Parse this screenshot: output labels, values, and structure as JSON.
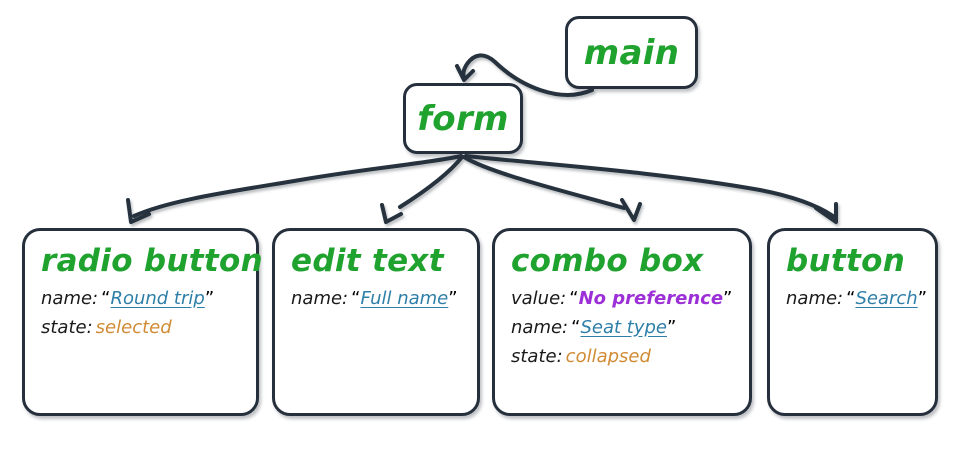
{
  "diagram": {
    "type": "ui-accessibility-tree",
    "nodes": [
      {
        "id": "main",
        "title": "main"
      },
      {
        "id": "form",
        "title": "form"
      },
      {
        "id": "radio",
        "title": "radio button",
        "props": [
          {
            "key": "name:",
            "value": "Round trip",
            "style": "link",
            "quoted": true
          },
          {
            "key": "state:",
            "value": "selected",
            "style": "state",
            "quoted": false
          }
        ]
      },
      {
        "id": "edit",
        "title": "edit text",
        "props": [
          {
            "key": "name:",
            "value": "Full name",
            "style": "link",
            "quoted": true
          }
        ]
      },
      {
        "id": "combo",
        "title": "combo box",
        "props": [
          {
            "key": "value:",
            "value": "No preference",
            "style": "accent",
            "quoted": true
          },
          {
            "key": "name:",
            "value": "Seat type",
            "style": "link",
            "quoted": true
          },
          {
            "key": "state:",
            "value": "collapsed",
            "style": "state",
            "quoted": false
          }
        ]
      },
      {
        "id": "button",
        "title": "button",
        "props": [
          {
            "key": "name:",
            "value": "Search",
            "style": "link",
            "quoted": true
          }
        ]
      }
    ],
    "edges": [
      {
        "from": "main",
        "to": "form"
      },
      {
        "from": "form",
        "to": "radio"
      },
      {
        "from": "form",
        "to": "edit"
      },
      {
        "from": "form",
        "to": "combo"
      },
      {
        "from": "form",
        "to": "button"
      }
    ],
    "quotes": {
      "open": "“",
      "close": "”"
    },
    "colors": {
      "title_green": "#1fa22e",
      "key_black": "#1a1a1a",
      "link_blue": "#2e7fa8",
      "accent_purple": "#9c2fd6",
      "state_orange": "#d18b35",
      "stroke_dark": "#26303d",
      "background": "#ffffff"
    }
  }
}
